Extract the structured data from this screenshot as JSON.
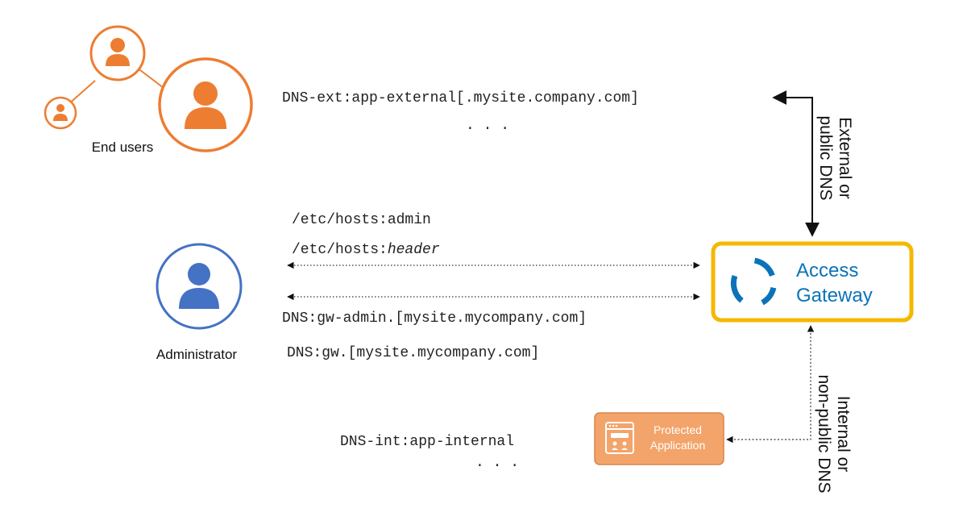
{
  "end_users": {
    "label": "End users",
    "color": "#ed7d31"
  },
  "administrator": {
    "label": "Administrator",
    "color": "#4472c4"
  },
  "external_dns": {
    "entry": "DNS-ext:app-external[.mysite.company.com]",
    "ellipsis": ". . .",
    "side_label_line1": "External or",
    "side_label_line2": "public DNS"
  },
  "admin_dns": {
    "hosts_admin": "/etc/hosts:admin",
    "hosts_header_prefix": "/etc/hosts:",
    "hosts_header_italic": "header",
    "gw_admin": "DNS:gw-admin.[mysite.mycompany.com]",
    "gw": "DNS:gw.[mysite.mycompany.com]"
  },
  "gateway": {
    "line1": "Access",
    "line2": "Gateway",
    "border_color": "#f5b800",
    "brand_color": "#0a73b9"
  },
  "internal_dns": {
    "entry": "DNS-int:app-internal",
    "ellipsis": ". . .",
    "side_label_line1": "Internal or",
    "side_label_line2": "non-public DNS"
  },
  "protected_app": {
    "line1": "Protected",
    "line2": "Application",
    "fill_color": "#f3a46b"
  }
}
